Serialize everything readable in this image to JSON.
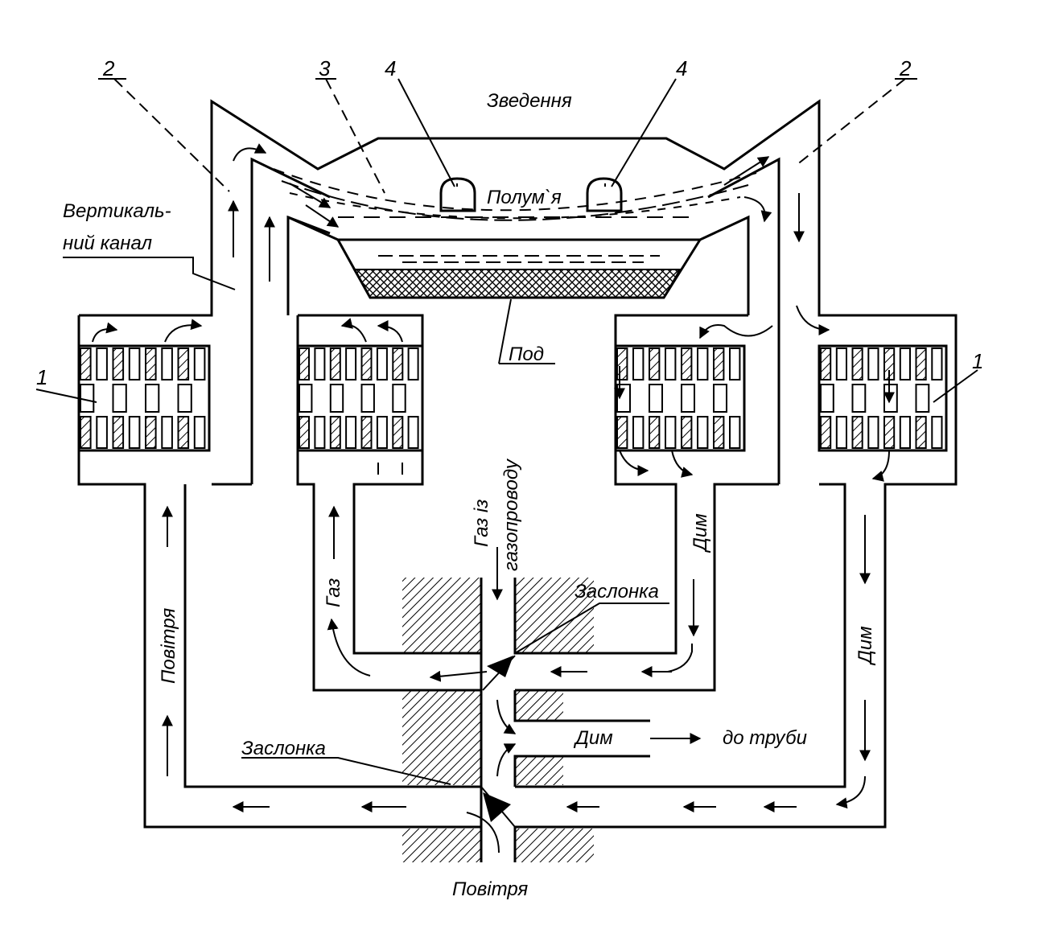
{
  "labels": {
    "vault": "Зведення",
    "flame": "Полум`я",
    "vertical_channel_1": "Вертикаль-",
    "vertical_channel_2": "ний канал",
    "hearth": "Под",
    "gas_from_pipeline_1": "Газ із",
    "gas_from_pipeline_2": "газопроводу",
    "gas": "Газ",
    "air_left": "Повітря",
    "smoke_right_upper": "Дим",
    "smoke_right_outer": "Дим",
    "damper_top": "Заслонка",
    "damper_bottom": "Заслонка",
    "smoke_out": "Дим",
    "to_chimney": "до труби",
    "air_bottom": "Повітря"
  },
  "callouts": {
    "n1_left": "1",
    "n1_right": "1",
    "n2_left": "2",
    "n2_right": "2",
    "n3": "3",
    "n4_left": "4",
    "n4_right": "4"
  },
  "colors": {
    "line": "#000000",
    "background": "#ffffff"
  }
}
